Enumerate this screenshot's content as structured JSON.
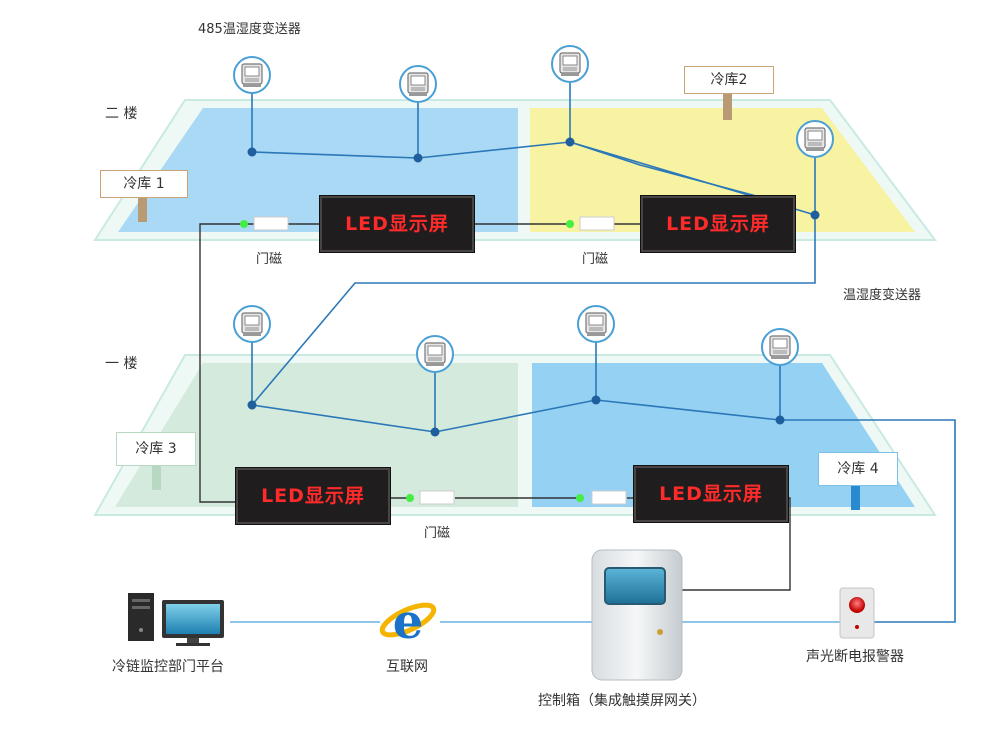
{
  "labels": {
    "transmitter_485": "485温湿度变送器",
    "transmitter": "温湿度变送器",
    "floor2": "二 楼",
    "floor1": "一 楼",
    "door_sensor": "门磁",
    "platform": "冷链监控部门平台",
    "internet": "互联网",
    "control_box": "控制箱（集成触摸屏网关）",
    "alarm": "声光断电报警器"
  },
  "cold_rooms": [
    "冷库 1",
    "冷库2",
    "冷库 3",
    "冷库 4"
  ],
  "led_text": "LED显示屏",
  "colors": {
    "room_blue": "#a9d9f4",
    "room_yellow": "#f7f3a3",
    "room_green": "#d3eadd",
    "room_blue2": "#94d1f2",
    "wire": "#2b78b8",
    "wire_light": "#6ab3e0",
    "led_text": "#ff2a2a"
  },
  "icons": {
    "sensor": "thermo-hygrometer-icon",
    "computer": "desktop-computer-icon",
    "internet": "internet-explorer-icon",
    "control_box": "control-cabinet-icon",
    "alarm": "alarm-light-icon"
  }
}
